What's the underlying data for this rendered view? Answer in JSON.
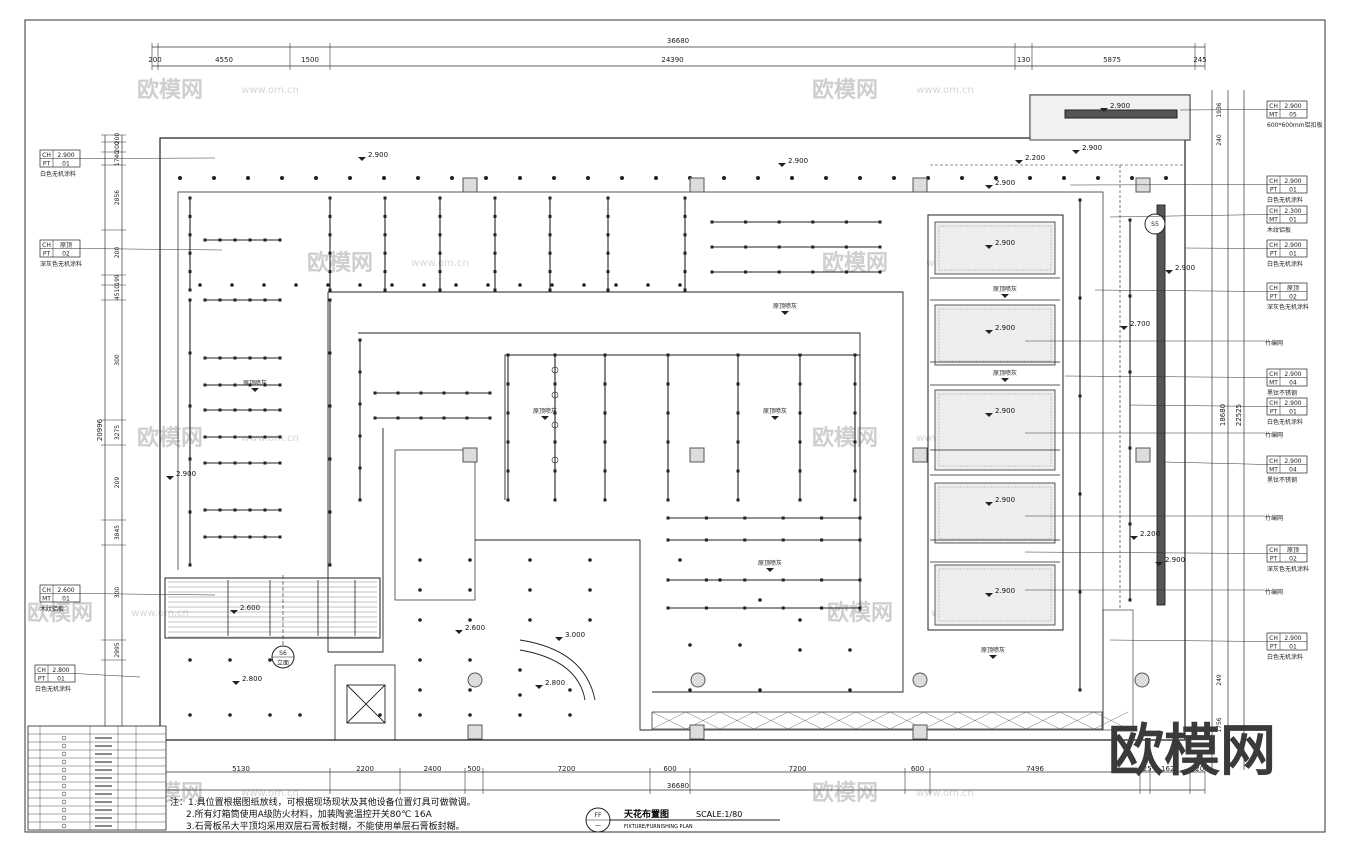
{
  "drawing": {
    "title_cn": "天花布置图",
    "scale": "SCALE:1/80",
    "title_en": "FIXTURE/FURNISHING PLAN",
    "ref_mark": "FF",
    "ref_sub": "一"
  },
  "dimensions": {
    "top_total": "36680",
    "top_segments": [
      "200",
      "4550",
      "1500",
      "24390",
      "130",
      "5875",
      "245"
    ],
    "bottom_total": "36680",
    "bottom_segments": [
      "5130",
      "2200",
      "2400",
      "500",
      "7200",
      "600",
      "7200",
      "600",
      "7496",
      "225",
      "1625",
      "120"
    ],
    "left_total": "20996",
    "left_segments": [
      "200",
      "200",
      "1740",
      "2856",
      "200",
      "199",
      "4510",
      "300",
      "3275",
      "209",
      "3845",
      "300",
      "2995"
    ],
    "right_total_a": "18680",
    "right_total_b": "22525",
    "right_segments": [
      "1936",
      "240",
      "249",
      "1756"
    ]
  },
  "notes": [
    "注：1.具位置根据图纸放线，可根据现场现状及其他设备位置灯具可做微调。",
    "2.所有灯箱筒使用A级防火材料，加装陶瓷温控开关80℃ 16A",
    "3.石膏板吊大平顶均采用双层石膏板封糊，不能使用单层石膏板封糊。"
  ],
  "left_tags": [
    {
      "code1": "CH",
      "val1": "2.900",
      "code2": "PT",
      "val2": "01",
      "desc": "白色无机涂料"
    },
    {
      "code1": "CH",
      "val1": "原顶",
      "code2": "PT",
      "val2": "02",
      "desc": "深灰色无机涂料"
    },
    {
      "code1": "CH",
      "val1": "2.600",
      "code2": "MT",
      "val2": "01",
      "desc": "木纹铝板"
    },
    {
      "code1": "CH",
      "val1": "2.800",
      "code2": "PT",
      "val2": "01",
      "desc": "白色无机涂料"
    }
  ],
  "right_tags": [
    {
      "code1": "CH",
      "val1": "2.900",
      "code2": "MT",
      "val2": "05",
      "desc": "600*600mm铝扣板"
    },
    {
      "code1": "CH",
      "val1": "2.900",
      "code2": "PT",
      "val2": "01",
      "desc": "白色无机涂料"
    },
    {
      "code1": "CH",
      "val1": "2.300",
      "code2": "MT",
      "val2": "01",
      "desc": "木纹铝板"
    },
    {
      "code1": "CH",
      "val1": "2.900",
      "code2": "PT",
      "val2": "01",
      "desc": "白色无机涂料"
    },
    {
      "code1": "CH",
      "val1": "原顶",
      "code2": "PT",
      "val2": "02",
      "desc": "深灰色无机涂料"
    },
    {
      "code1": "",
      "val1": "",
      "code2": "",
      "val2": "",
      "desc": "竹编网"
    },
    {
      "code1": "CH",
      "val1": "2.900",
      "code2": "MT",
      "val2": "04",
      "desc": "黑钛不锈钢"
    },
    {
      "code1": "CH",
      "val1": "2.900",
      "code2": "PT",
      "val2": "01",
      "desc": "白色无机涂料"
    },
    {
      "code1": "",
      "val1": "",
      "code2": "",
      "val2": "",
      "desc": "竹编网"
    },
    {
      "code1": "CH",
      "val1": "2.900",
      "code2": "MT",
      "val2": "04",
      "desc": "黑钛不锈钢"
    },
    {
      "code1": "",
      "val1": "",
      "code2": "",
      "val2": "",
      "desc": "竹编网"
    },
    {
      "code1": "CH",
      "val1": "原顶",
      "code2": "PT",
      "val2": "02",
      "desc": "深灰色无机涂料"
    },
    {
      "code1": "",
      "val1": "",
      "code2": "",
      "val2": "",
      "desc": "竹编网"
    },
    {
      "code1": "CH",
      "val1": "2.900",
      "code2": "PT",
      "val2": "01",
      "desc": "白色无机涂料"
    }
  ],
  "level_marks": [
    "2.900",
    "2.900",
    "2.200",
    "2.900",
    "2.900",
    "2.900",
    "2.900",
    "2.900",
    "2.900",
    "2.900",
    "2.900",
    "2.700",
    "2.200",
    "2.900",
    "2.900",
    "2.600",
    "2.600",
    "3.000",
    "2.800",
    "2.800",
    "2.900"
  ],
  "area_labels": [
    "原顶喷灰",
    "原顶喷灰",
    "原顶喷灰",
    "原顶喷灰",
    "原顶喷灰",
    "原顶喷灰",
    "原顶喷灰",
    "原顶喷灰"
  ],
  "section_marks": [
    {
      "num": "S6",
      "sub": "立面"
    },
    {
      "num": "S5",
      "sub": ""
    }
  ],
  "watermark": {
    "text": "欧模网",
    "url": "www.om.cn",
    "logo": "欧模网"
  },
  "legend_rows": 13
}
